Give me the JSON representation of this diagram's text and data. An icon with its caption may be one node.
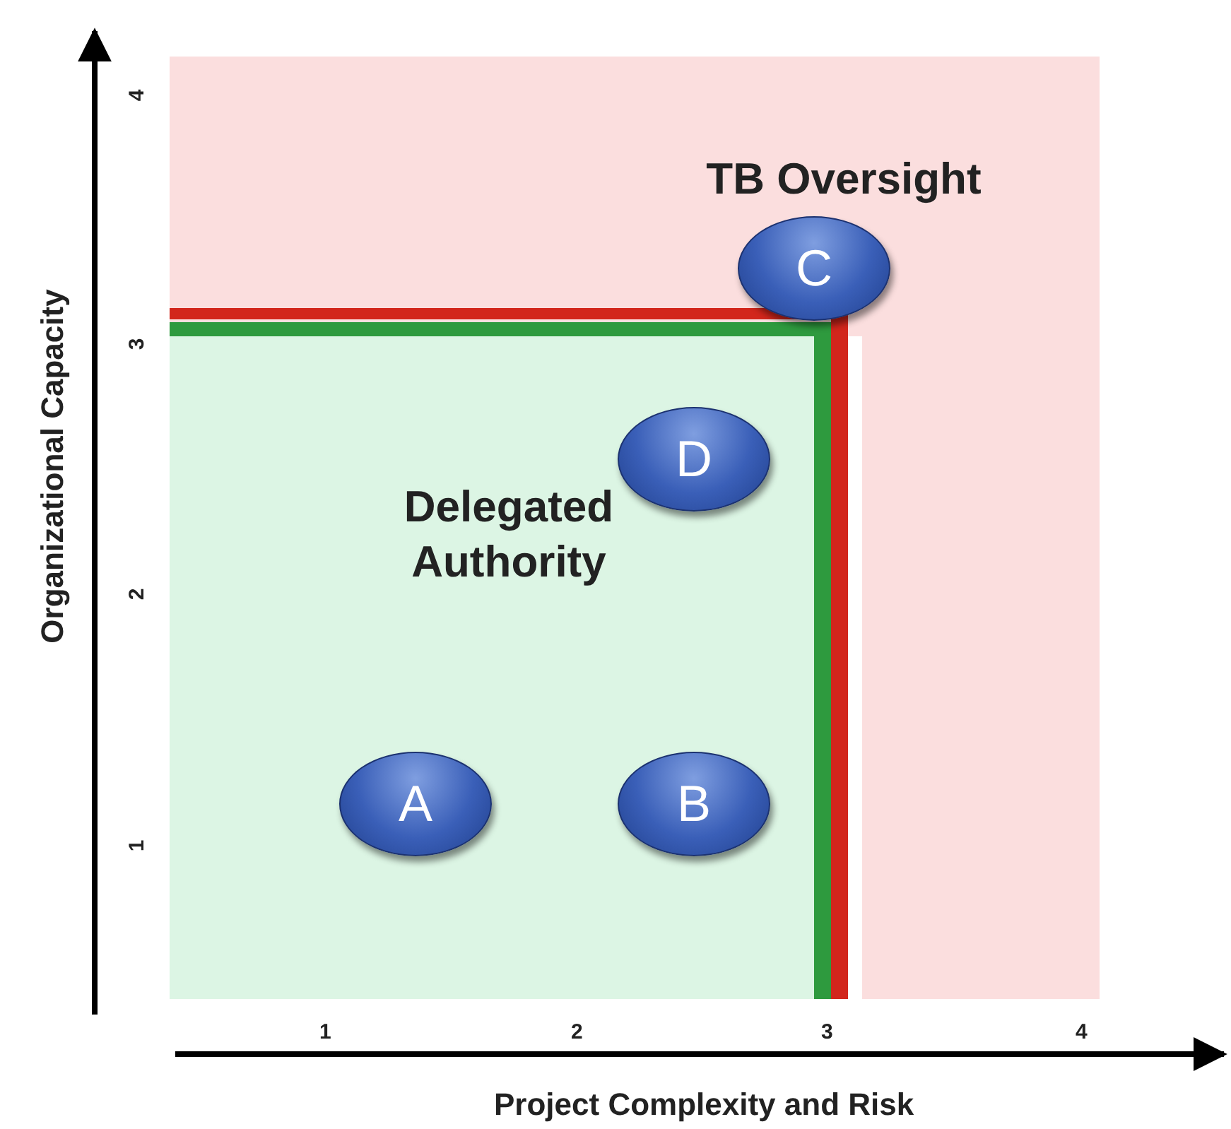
{
  "diagram": {
    "nodes": [
      {
        "text": [
          "TB Oversight"
        ]
      },
      {
        "text": [
          "Delegated Authority"
        ],
        "in": 0
      },
      {
        "text": [
          "C"
        ],
        "in": 0
      },
      {
        "text": [
          "D"
        ],
        "in": 1
      },
      {
        "text": [
          "A"
        ],
        "in": 1
      },
      {
        "text": [
          "B"
        ],
        "in": 1
      }
    ],
    "edges": [],
    "labels": [
      "4",
      "3",
      "2",
      "1",
      "Organizational Capacity",
      "1",
      "2",
      "3",
      "4",
      "Project Complexity and Risk"
    ]
  }
}
